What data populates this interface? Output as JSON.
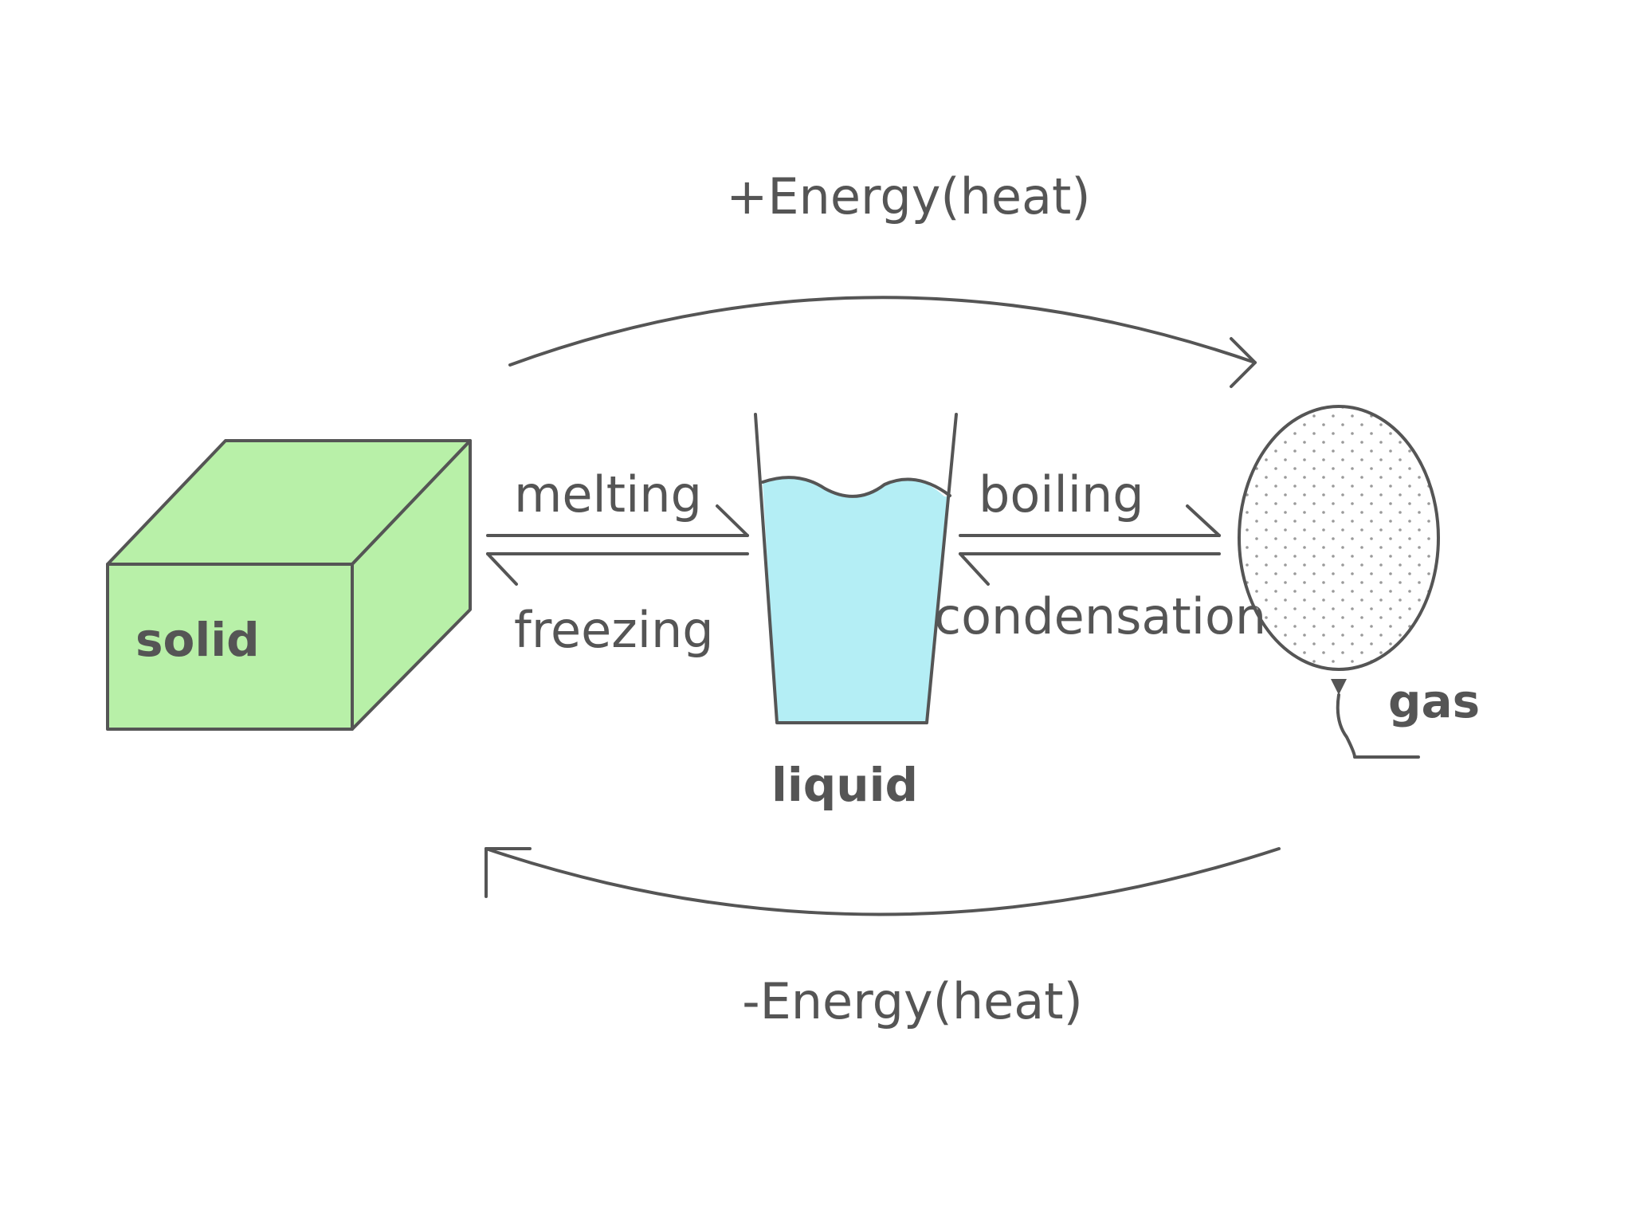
{
  "top_energy": "+Energy(heat)",
  "bottom_energy": "-Energy(heat)",
  "processes": {
    "melting": "melting",
    "freezing": "freezing",
    "boiling": "boiling",
    "condensation": "condensation"
  },
  "states": {
    "solid": "solid",
    "liquid": "liquid",
    "gas": "gas"
  },
  "colors": {
    "solid_fill": "#b8f0a8",
    "liquid_fill": "#b4eef5",
    "ink": "#555555"
  }
}
